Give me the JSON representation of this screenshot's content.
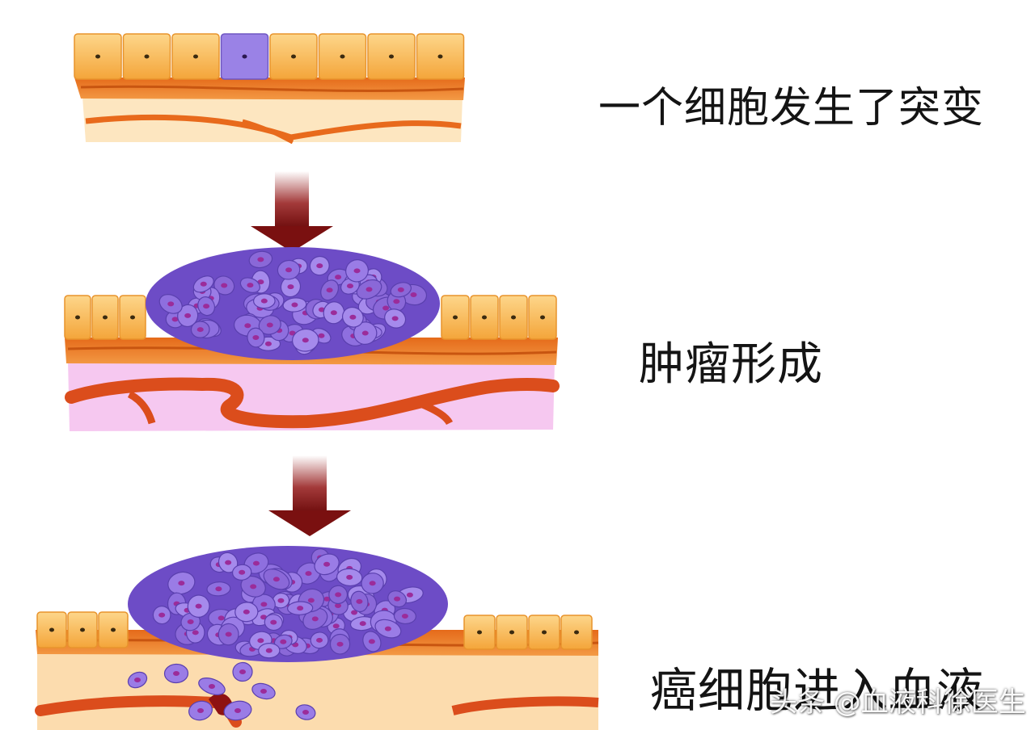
{
  "captions": {
    "stage1": "一个细胞发生了突变",
    "stage2": "肿瘤形成",
    "stage3": "癌细胞进入血液"
  },
  "watermark": "头条 @血液科徐医生",
  "colors": {
    "normal_cell": "#f9b54a",
    "mutant_cell": "#9a82e6",
    "tumor_cell": "#8f6ee0",
    "nucleus": "#9b2c9a",
    "tissue_band": "#ea7420",
    "vessel": "#d94a1c",
    "connective_pink": "#f4c4ee",
    "connective_tan": "#fbdfb1",
    "arrow": "#7a1212"
  }
}
